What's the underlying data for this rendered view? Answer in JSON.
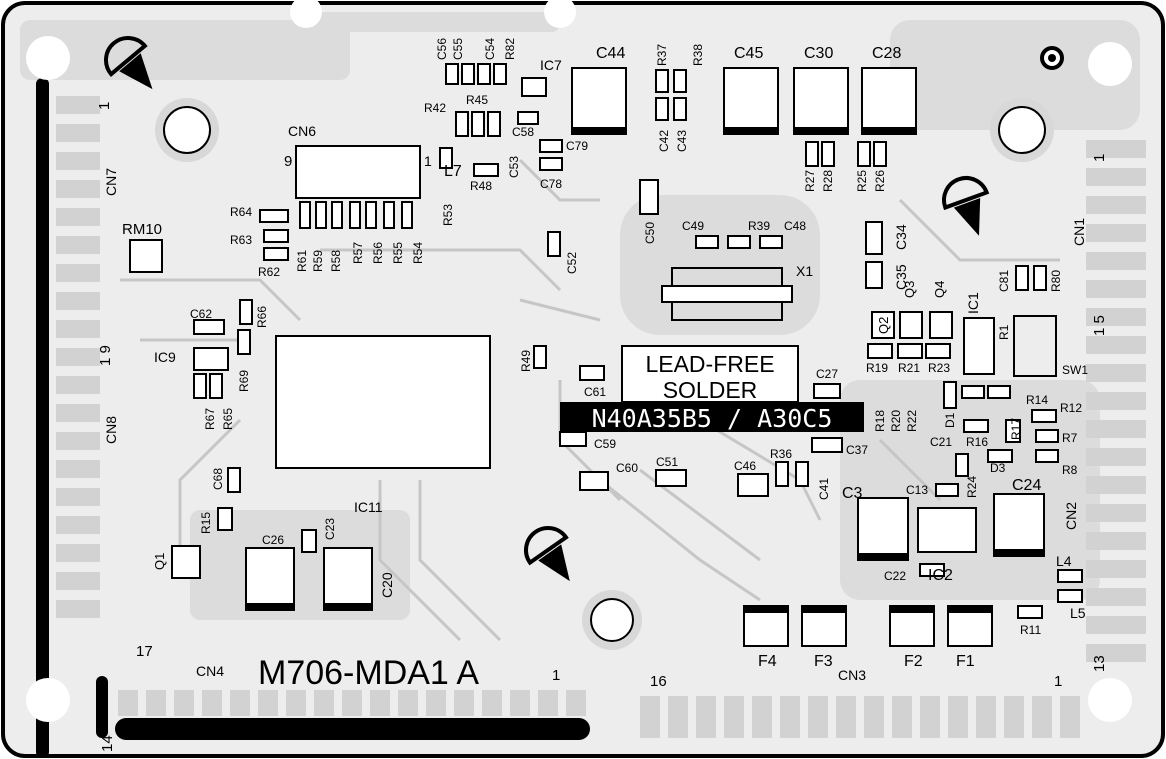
{
  "board": {
    "title": "M706-MDA1 A",
    "lead_free_line1": "LEAD-FREE",
    "lead_free_line2": "SOLDER",
    "part_number": "N40A35B5 / A30C5"
  },
  "connector_pins": {
    "cn7_pin1": "1",
    "cn8_pin19": "1 9",
    "cn4_pin17": "17",
    "cn4_pin1": "1",
    "cn4_pin14": "14",
    "cn3_pin16": "16",
    "cn3_pin1": "1",
    "cn1_pin1": "1",
    "cn1_pin15": "1 5",
    "cn2_pin13": "13",
    "cn6_pin9": "9",
    "cn6_pin1": "1"
  },
  "refdes": {
    "CN1": "CN1",
    "CN2": "CN2",
    "CN3": "CN3",
    "CN4": "CN4",
    "CN6": "CN6",
    "CN7": "CN7",
    "CN8": "CN8",
    "IC1": "IC1",
    "IC2": "IC2",
    "IC7": "IC7",
    "IC9": "IC9",
    "IC11": "IC11",
    "Q1": "Q1",
    "Q2": "Q2",
    "Q3": "Q3",
    "Q4": "Q4",
    "D1": "D1",
    "D3": "D3",
    "X1": "X1",
    "SW1": "SW1",
    "RM10": "RM10",
    "L4": "L4",
    "L5": "L5",
    "L7": "L7",
    "F1": "F1",
    "F2": "F2",
    "F3": "F3",
    "F4": "F4",
    "C3": "C3",
    "C13": "C13",
    "C20": "C20",
    "C21": "C21",
    "C22": "C22",
    "C23": "C23",
    "C24": "C24",
    "C26": "C26",
    "C27": "C27",
    "C28": "C28",
    "C30": "C30",
    "C34": "C34",
    "C35": "C35",
    "C37": "C37",
    "C41": "C41",
    "C42": "C42",
    "C43": "C43",
    "C44": "C44",
    "C45": "C45",
    "C46": "C46",
    "C48": "C48",
    "C49": "C49",
    "C50": "C50",
    "C51": "C51",
    "C52": "C52",
    "C53": "C53",
    "C54": "C54",
    "C55": "C55",
    "C56": "C56",
    "C58": "C58",
    "C59": "C59",
    "C60": "C60",
    "C61": "C61",
    "C62": "C62",
    "C68": "C68",
    "C78": "C78",
    "C79": "C79",
    "C81": "C81",
    "R1": "R1",
    "R7": "R7",
    "R8": "R8",
    "R11": "R11",
    "R12": "R12",
    "R14": "R14",
    "R15": "R15",
    "R16": "R16",
    "R17": "R17",
    "R18": "R18",
    "R19": "R19",
    "R20": "R20",
    "R21": "R21",
    "R22": "R22",
    "R23": "R23",
    "R24": "R24",
    "R25": "R25",
    "R26": "R26",
    "R27": "R27",
    "R28": "R28",
    "R36": "R36",
    "R37": "R37",
    "R38": "R38",
    "R39": "R39",
    "R42": "R42",
    "R45": "R45",
    "R48": "R48",
    "R49": "R49",
    "R53": "R53",
    "R54": "R54",
    "R55": "R55",
    "R56": "R56",
    "R57": "R57",
    "R58": "R58",
    "R59": "R59",
    "R61": "R61",
    "R62": "R62",
    "R63": "R63",
    "R64": "R64",
    "R65": "R65",
    "R66": "R66",
    "R67": "R67",
    "R69": "R69",
    "R80": "R80",
    "R82": "R82"
  }
}
